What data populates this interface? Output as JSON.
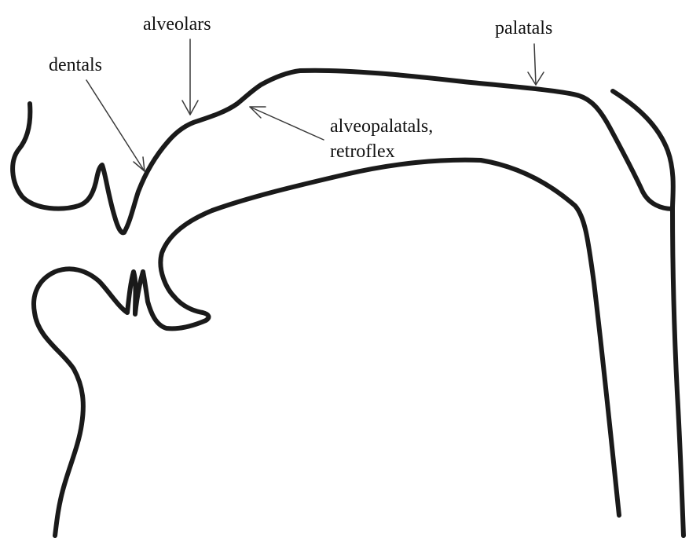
{
  "labels": {
    "dentals": "dentals",
    "alveolars": "alveolars",
    "palatals": "palatals",
    "alveopalatals_line1": "alveopalatals,",
    "alveopalatals_line2": "retroflex"
  },
  "colors": {
    "outline": "#1a1a1a",
    "arrow": "#3a3a3a",
    "background": "#ffffff"
  }
}
